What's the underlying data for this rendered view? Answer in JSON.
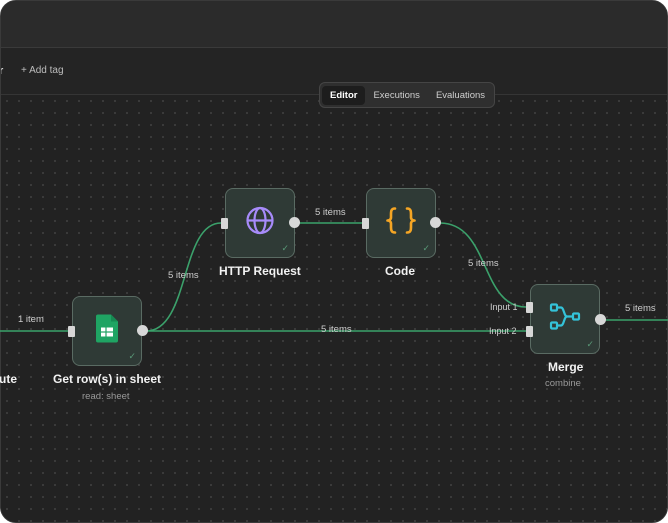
{
  "header": {
    "workflow_name_fragment": "r",
    "add_tag": "+ Add tag"
  },
  "tabs": [
    {
      "label": "Editor",
      "active": true
    },
    {
      "label": "Executions",
      "active": false
    },
    {
      "label": "Evaluations",
      "active": false
    }
  ],
  "nodes": {
    "execute": {
      "title": "ute"
    },
    "sheet": {
      "title": "Get row(s) in sheet",
      "subtitle": "read: sheet"
    },
    "http": {
      "title": "HTTP Request"
    },
    "code": {
      "title": "Code"
    },
    "merge": {
      "title": "Merge",
      "subtitle": "combine",
      "input1": "Input 1",
      "input2": "Input 2"
    }
  },
  "edges": {
    "execute_to_sheet": "1 item",
    "sheet_to_http": "5 items",
    "http_to_code": "5 items",
    "code_to_merge": "5 items",
    "sheet_to_merge": "5 items",
    "merge_out": "5 items"
  },
  "colors": {
    "edge_green": "#3ba16b",
    "sheets_green": "#1fa463",
    "globe_purple": "#a78bfa",
    "code_orange": "#f5a524",
    "merge_cyan": "#34c3d9"
  },
  "icons": {
    "http": "globe-icon",
    "code": "curly-braces-icon",
    "sheet": "google-sheets-icon",
    "merge": "merge-icon"
  }
}
